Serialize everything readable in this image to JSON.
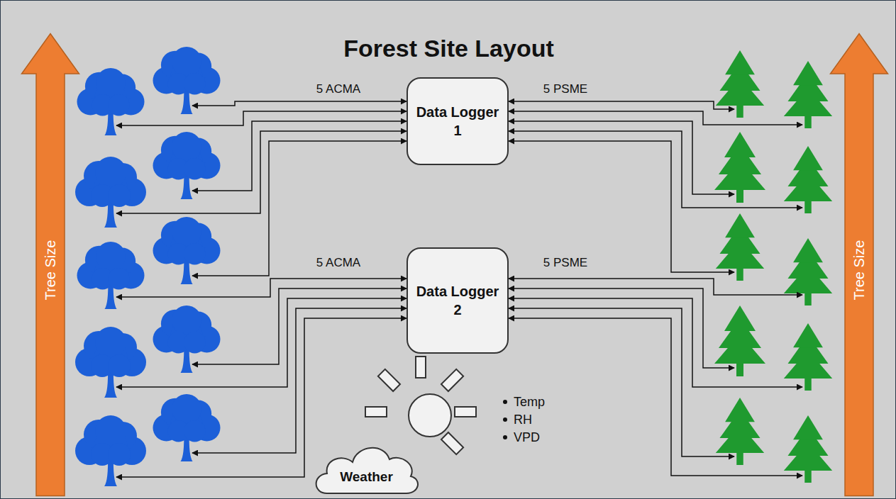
{
  "diagram": {
    "title": "Forest Site Layout",
    "nodes": [
      {
        "text": [
          "Tree Size"
        ]
      },
      {
        "text": [
          "Data Logger 1"
        ]
      },
      {
        "text": [
          "Tree Size"
        ]
      },
      {
        "text": [
          "Data Logger 2"
        ]
      },
      {
        "text": [
          "Weather"
        ]
      }
    ],
    "labels": [
      "5 ACMA",
      "5 PSME",
      "5 ACMA",
      "5 PSME",
      "Temp",
      "RH",
      "VPD"
    ]
  }
}
